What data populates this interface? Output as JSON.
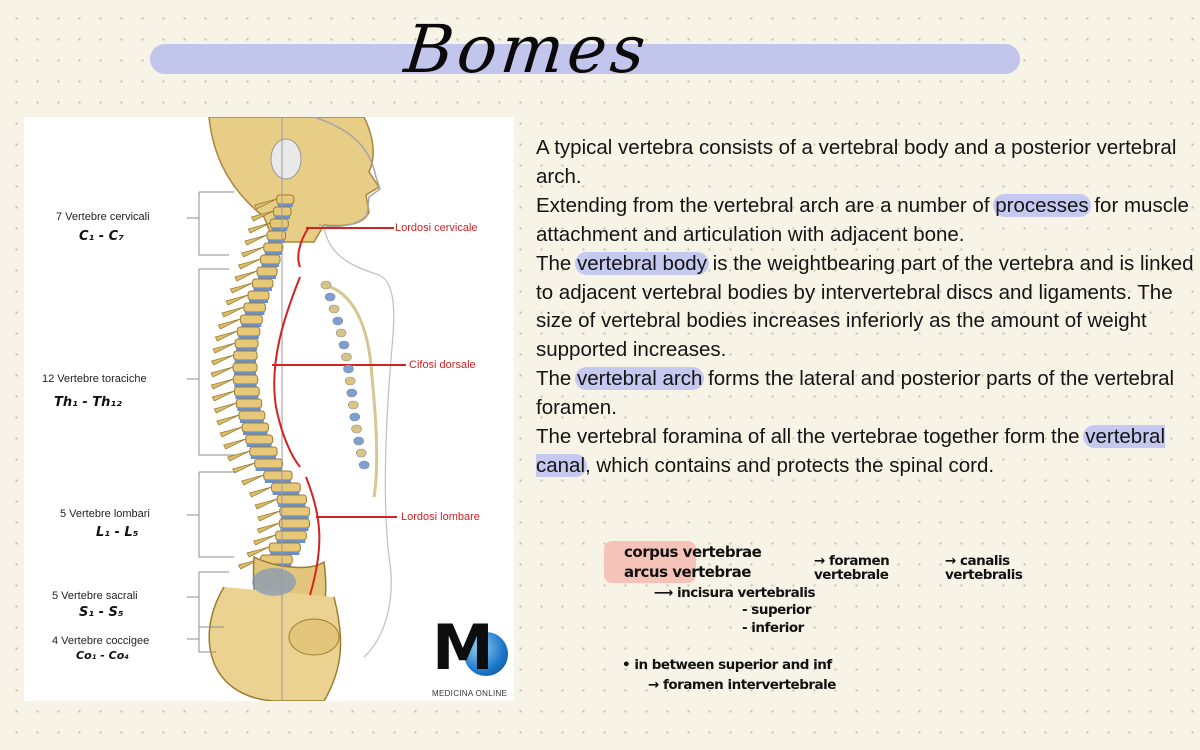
{
  "page": {
    "title": "Bomes"
  },
  "figure": {
    "labels": {
      "cervical": "7 Vertebre cervicali",
      "thoracic": "12 Vertebre toraciche",
      "lumbar": "5 Vertebre lombari",
      "sacral": "5 Vertebre sacrali",
      "coccygeal": "4 Vertebre coccigee"
    },
    "handwritten": {
      "cervical": "C₁ - C₇",
      "thoracic": "Th₁ - Th₁₂",
      "lumbar": "L₁ - L₅",
      "sacral": "S₁ - S₅",
      "coccygeal": "Co₁ - Co₄"
    },
    "curves": {
      "cervical": "Lordosi cervicale",
      "thoracic": "Cifosi dorsale",
      "lumbar": "Lordosi lombare"
    },
    "logo": {
      "letter": "M",
      "text": "MEDICINA ONLINE"
    }
  },
  "text": {
    "p1": "A typical vertebra consists of a vertebral body and a posterior vertebral arch.",
    "p2_before": "Extending from the vertebral arch are a number of ",
    "p2_hl": "processes",
    "p2_after": " for muscle attachment and articulation with adjacent bone.",
    "p3_before": "The ",
    "p3_hl": "vertebral body",
    "p3_after": " is the weightbearing part of the vertebra and is linked to adjacent vertebral bodies by intervertebral discs and ligaments. The size of vertebral bodies increases inferiorly as the amount of weight supported increases.",
    "p4_before": "The ",
    "p4_hl": "vertebral arch",
    "p4_after": " forms the lateral and posterior parts of the vertebral foramen.",
    "p5_before": "The vertebral foramina of all the vertebrae together form the ",
    "p5_hl": "vertebral canal",
    "p5_after": ", which contains and protects the spinal cord."
  },
  "notes": {
    "line1": "corpus vertebrae",
    "line2": "arcus vertebrae",
    "arrow_foramen": "→ foramen vertebrale",
    "arrow_canalis": "→ canalis vertebralis",
    "incisura": "⟶ incisura vertebralis",
    "superior": "- superior",
    "inferior": "- inferior",
    "between": "• in between superior and inf",
    "foramen_iv": "→ foramen intervertebrale"
  },
  "colors": {
    "highlight": "#c6c9ef",
    "title_band": "#c2c6ec",
    "note_highlight": "#f6c3b8",
    "curve_red": "#d42222"
  }
}
